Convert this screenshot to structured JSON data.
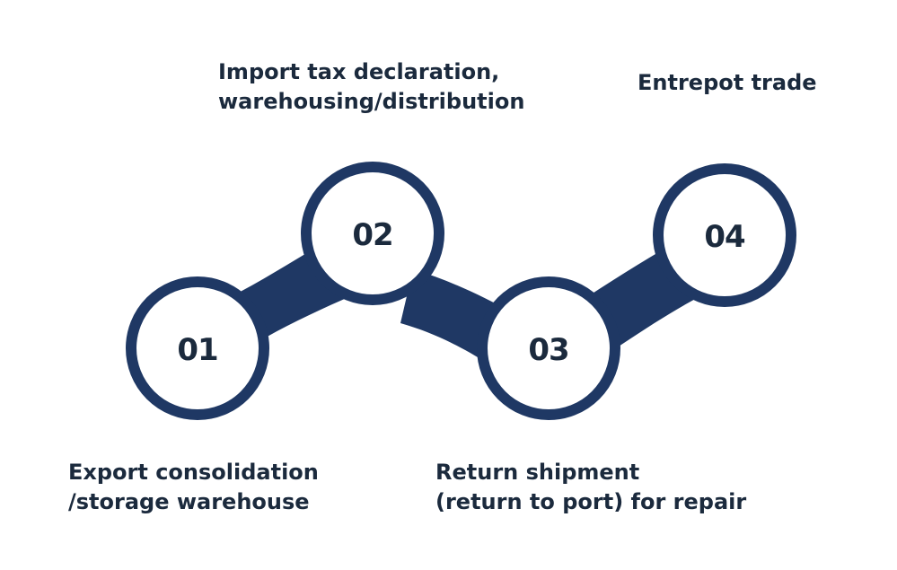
{
  "colors": {
    "ring": "#1f3864",
    "connector": "#1f3864",
    "text": "#1b2a3d",
    "background": "#ffffff",
    "circle_fill": "#ffffff"
  },
  "steps": [
    {
      "number": "01",
      "caption_lines": [
        "Export consolidation",
        "/storage warehouse"
      ]
    },
    {
      "number": "02",
      "caption_lines": [
        "Import tax declaration,",
        "warehousing/distribution"
      ]
    },
    {
      "number": "03",
      "caption_lines": [
        "Return shipment",
        "(return to port) for repair"
      ]
    },
    {
      "number": "04",
      "caption_lines": [
        "Entrepot trade"
      ]
    }
  ]
}
